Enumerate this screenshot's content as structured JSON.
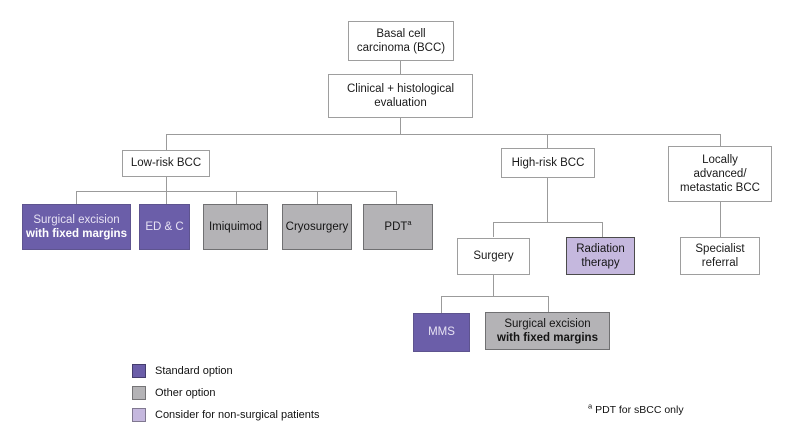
{
  "nodes": {
    "bcc": {
      "line1": "Basal cell",
      "line2": "carcinoma (BCC)"
    },
    "evaluation": {
      "line1": "Clinical + histological",
      "line2": "evaluation"
    },
    "low_risk": {
      "line1": "Low-risk BCC"
    },
    "high_risk": {
      "line1": "High-risk BCC"
    },
    "locally_advanced": {
      "line1": "Locally",
      "line2": "advanced/",
      "line3": "metastatic BCC"
    },
    "surgical_excision_low": {
      "line1": "Surgical excision",
      "line2": "with fixed margins"
    },
    "ed_and_c": {
      "line1": "ED & C"
    },
    "imiquimod": {
      "line1": "Imiquimod"
    },
    "cryosurgery": {
      "line1": "Cryosurgery"
    },
    "pdt": {
      "text": "PDT",
      "sup": "a"
    },
    "surgery": {
      "line1": "Surgery"
    },
    "radiation_therapy": {
      "line1": "Radiation",
      "line2": "therapy"
    },
    "mms": {
      "line1": "MMS"
    },
    "surgical_excision_high": {
      "line1": "Surgical excision",
      "line2": "with fixed margins"
    },
    "specialist_referral": {
      "line1": "Specialist",
      "line2": "referral"
    }
  },
  "legend": {
    "items": [
      {
        "label": "Standard option"
      },
      {
        "label": "Other option"
      },
      {
        "label": "Consider for non-surgical patients"
      }
    ]
  },
  "footnote": {
    "sup": "a",
    "text": "PDT for sBCC only"
  },
  "colors": {
    "standard": "#6b5ea9",
    "other": "#b4b3b6",
    "consider": "#c5b8de"
  }
}
